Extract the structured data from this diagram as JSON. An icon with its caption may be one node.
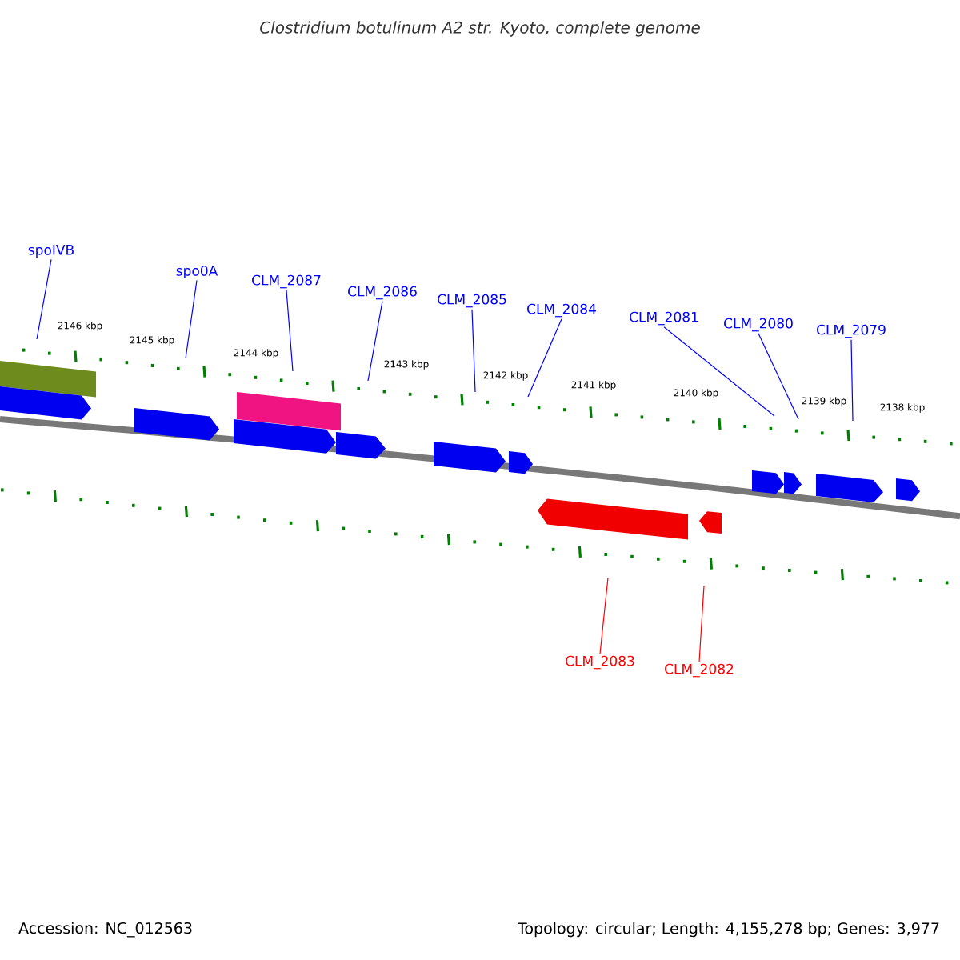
{
  "diagram": {
    "title": "Clostridium botulinum A2 str. Kyoto, complete genome",
    "nodes": [
      {
        "text": [
          "spoIVB"
        ]
      },
      {
        "text": [
          "spo0A"
        ]
      },
      {
        "text": [
          "CLM_2087"
        ]
      },
      {
        "text": [
          "CLM_2086"
        ]
      },
      {
        "text": [
          "CLM_2085"
        ]
      },
      {
        "text": [
          "CLM_2084"
        ]
      },
      {
        "text": [
          "CLM_2081"
        ]
      },
      {
        "text": [
          "CLM_2080"
        ]
      },
      {
        "text": [
          "CLM_2079"
        ]
      },
      {
        "text": [
          "CLM_2083"
        ]
      },
      {
        "text": [
          "CLM_2082"
        ]
      }
    ],
    "edges": [
      {
        "from": 0,
        "to": null,
        "arrow": "none"
      },
      {
        "from": 1,
        "to": null,
        "arrow": "none"
      },
      {
        "from": 2,
        "to": null,
        "arrow": "none"
      },
      {
        "from": 3,
        "to": null,
        "arrow": "none"
      },
      {
        "from": 4,
        "to": null,
        "arrow": "none"
      },
      {
        "from": 5,
        "to": null,
        "arrow": "none"
      },
      {
        "from": 6,
        "to": null,
        "arrow": "none"
      },
      {
        "from": 7,
        "to": null,
        "arrow": "none"
      },
      {
        "from": 8,
        "to": null,
        "arrow": "none"
      },
      {
        "from": 9,
        "to": null,
        "arrow": "none",
        "color": "#ff0000"
      },
      {
        "from": 10,
        "to": null,
        "arrow": "none",
        "color": "#ff0000"
      }
    ],
    "labels": [
      "2146 kbp",
      "2145 kbp",
      "2144 kbp",
      "2143 kbp",
      "2142 kbp",
      "2141 kbp",
      "2140 kbp",
      "2139 kbp",
      "2138 kbp",
      "Accession: NC_012563",
      "Topology: circular; Length: 4,155,278 bp; Genes: 3,977"
    ]
  }
}
